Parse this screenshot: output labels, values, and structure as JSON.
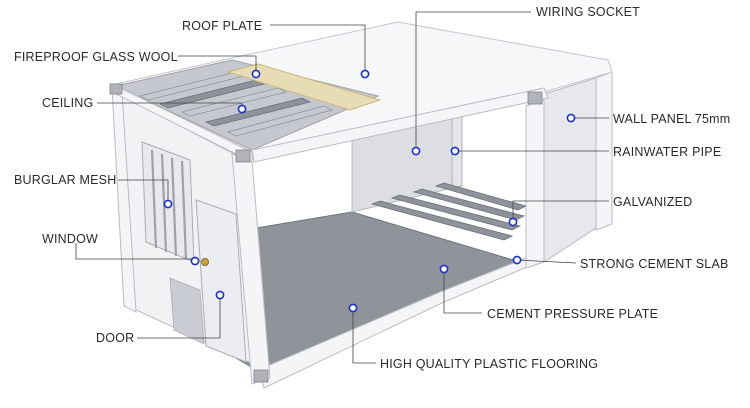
{
  "labels": {
    "roof_plate": "ROOF PLATE",
    "fireproof_glass_wool": "FIREPROOF GLASS WOOL",
    "ceiling": "CEILING",
    "burglar_mesh": "BURGLAR MESH",
    "window": "WINDOW",
    "door": "DOOR",
    "wiring_socket": "WIRING SOCKET",
    "wall_panel": "WALL PANEL 75mm",
    "rainwater_pipe": "RAINWATER PIPE",
    "galvanized": "GALVANIZED",
    "strong_cement_slab": "STRONG CEMENT SLAB",
    "cement_pressure_plate": "CEMENT PRESSURE PLATE",
    "plastic_flooring": "HIGH QUALITY PLASTIC FLOORING"
  },
  "colors": {
    "marker_stroke": "#1a2fd0",
    "leader_line": "#444444",
    "label_text": "#2a2a2a",
    "glass_wool": "#e8dcb4",
    "floor": "#8f949b",
    "frame": "#f4f5f7"
  }
}
